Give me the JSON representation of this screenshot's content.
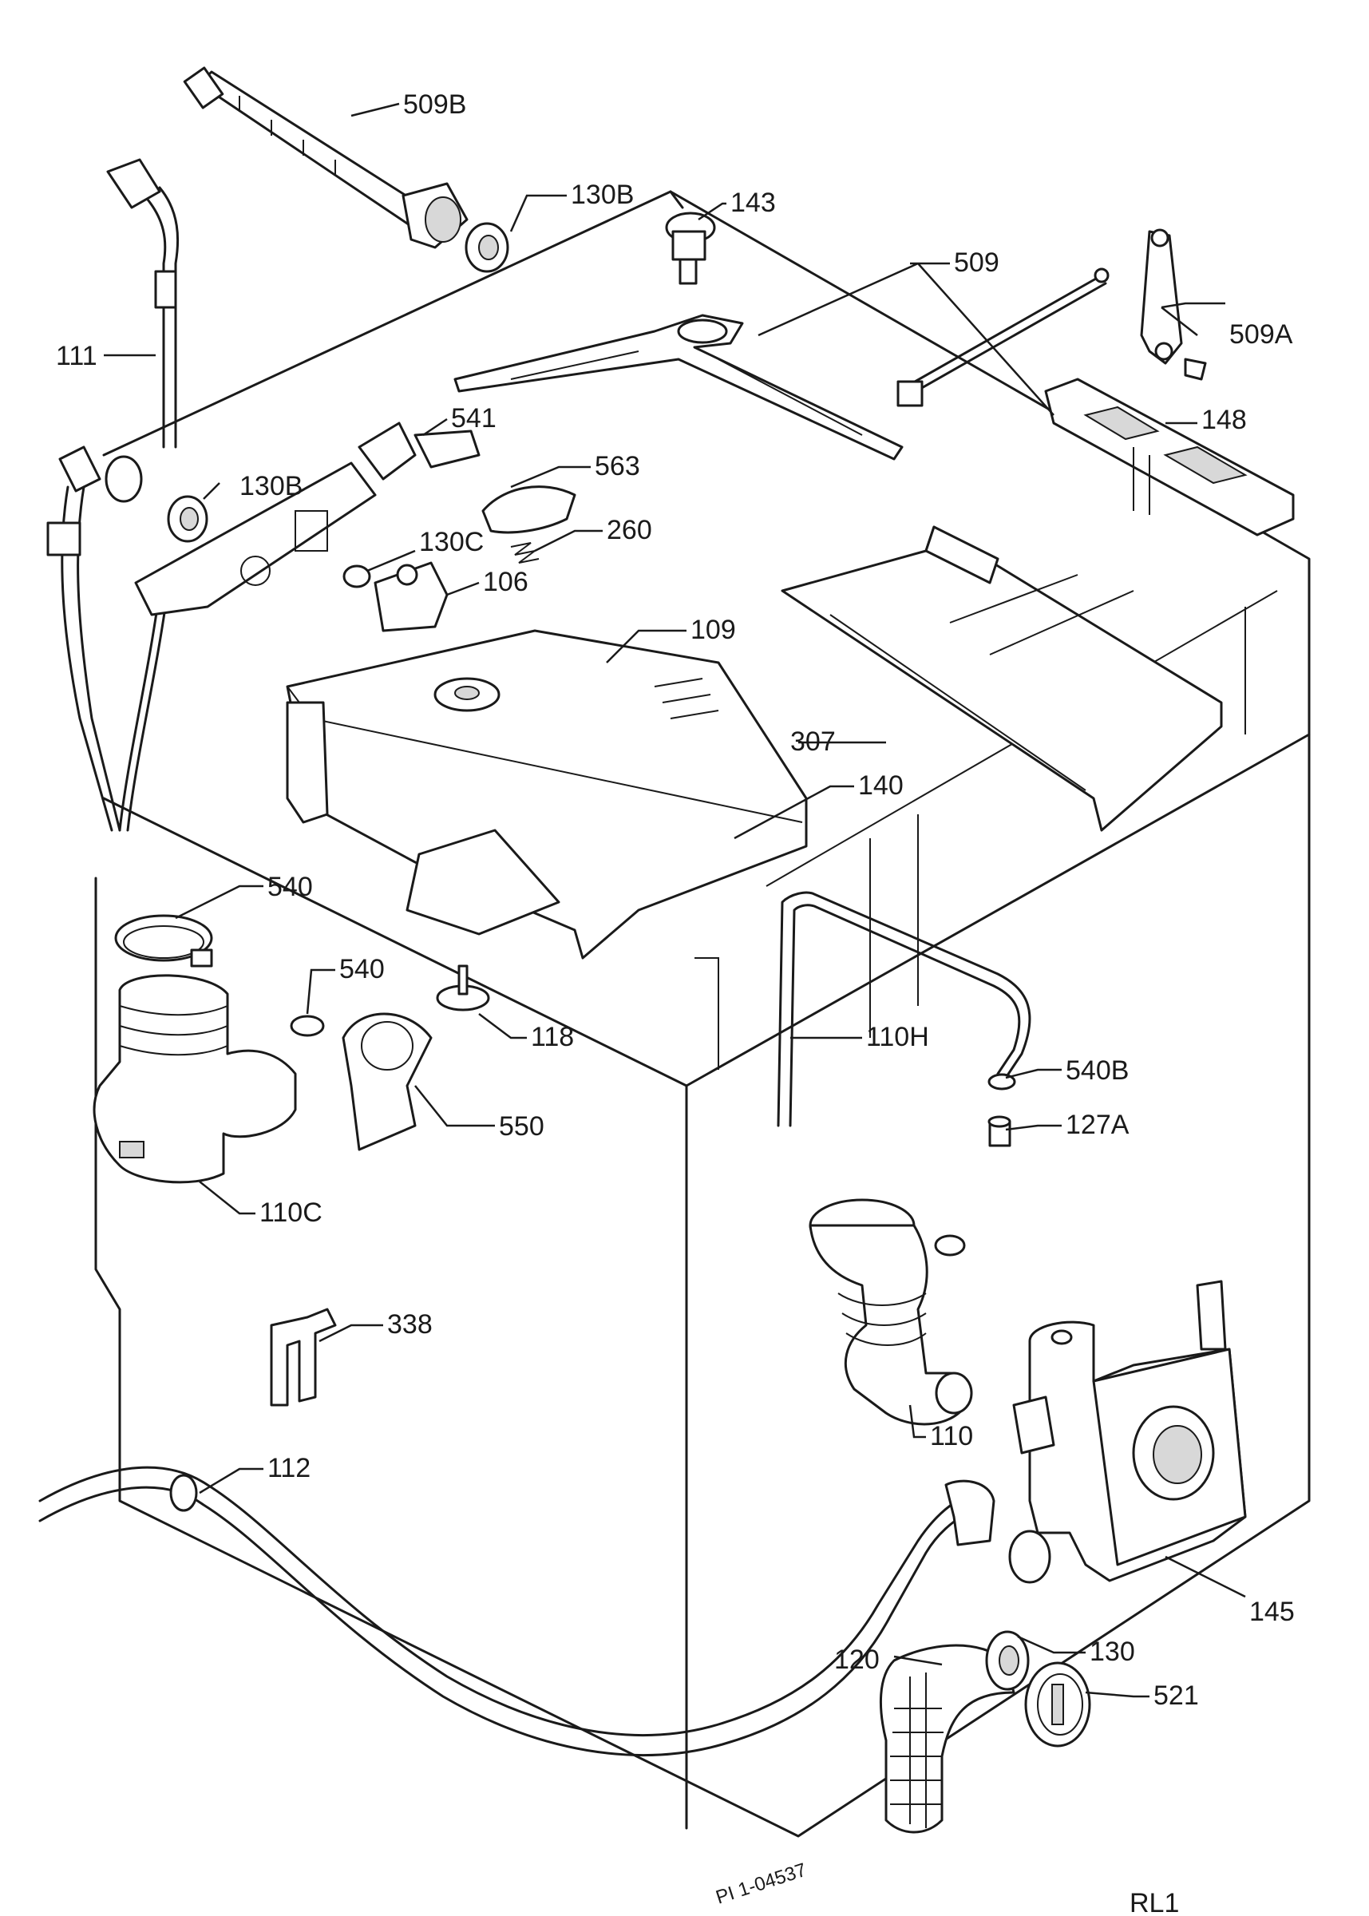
{
  "labels": {
    "p509B": "509B",
    "p130B_top": "130B",
    "p143": "143",
    "p509": "509",
    "p509A": "509A",
    "p111": "111",
    "p541": "541",
    "p148": "148",
    "p563": "563",
    "p130B_mid": "130B",
    "p260": "260",
    "p130C": "130C",
    "p106": "106",
    "p109": "109",
    "p307": "307",
    "p140": "140",
    "p540_a": "540",
    "p540_b": "540",
    "p118": "118",
    "p550": "550",
    "p110H": "110H",
    "p540B": "540B",
    "p127A": "127A",
    "p110C": "110C",
    "p338": "338",
    "p110": "110",
    "p112": "112",
    "p145": "145",
    "p130": "130",
    "p120": "120",
    "p521": "521"
  },
  "drawing_ref": "PI 1-04537",
  "sheet_code": "RL1"
}
